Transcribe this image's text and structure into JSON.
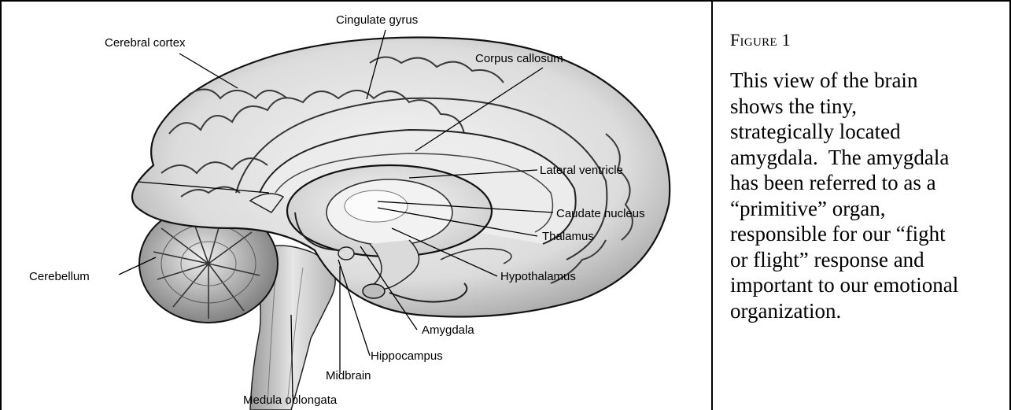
{
  "figure": {
    "title": "Figure 1",
    "caption_lines": [
      "This view of the brain",
      "shows the tiny,",
      "strategically located",
      "amygdala.  The amygdala",
      "has been referred to as a",
      "“primitive” organ,",
      "responsible for our “fight",
      "or flight” response and",
      "important to our emotional",
      "organization."
    ]
  },
  "labels": {
    "cingulate_gyrus": "Cingulate gyrus",
    "cerebral_cortex": "Cerebral cortex",
    "corpus_callosum": "Corpus callosum",
    "lateral_ventricle": "Lateral ventricle",
    "caudate_nucleus": "Caudate nucleus",
    "thalamus": "Thalamus",
    "hypothalamus": "Hypothalamus",
    "cerebellum": "Cerebellum",
    "amygdala": "Amygdala",
    "hippocampus": "Hippocampus",
    "midbrain": "Midbrain",
    "medula_oblongata": "Medula oblongata"
  }
}
